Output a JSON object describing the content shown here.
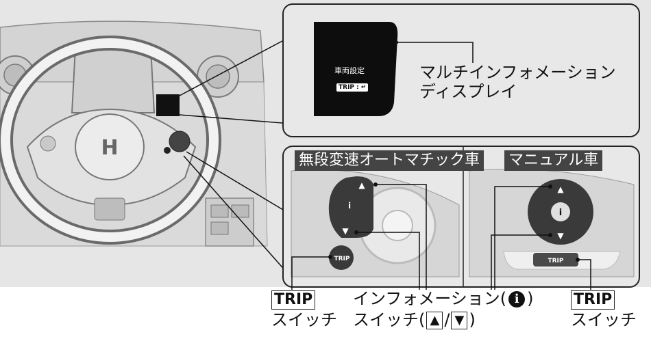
{
  "display": {
    "screen_title": "車両設定",
    "trip_chip": "TRIP : ↵",
    "label_line1": "マルチインフォメーション",
    "label_line2": "ディスプレイ"
  },
  "panels": {
    "cvt_header": "無段変速オートマチック車",
    "manual_header": "マニュアル車",
    "cvt_trip_button": "TRIP",
    "manual_trip_button": "TRIP",
    "arrow_up_glyph": "▲",
    "arrow_down_glyph": "▼",
    "info_glyph": "i"
  },
  "callouts": {
    "trip_left": {
      "boxed": "TRIP",
      "sub": "スイッチ"
    },
    "info_switch": {
      "line1_prefix": "インフォメーション(",
      "line1_icon": "i",
      "line1_suffix": ")",
      "line2_prefix": "スイッチ(",
      "up": "▲",
      "sep": "/",
      "down": "▼",
      "line2_suffix": ")"
    },
    "trip_right": {
      "boxed": "TRIP",
      "sub": "スイッチ"
    }
  },
  "wheel": {
    "logo_glyph": "H"
  },
  "colors": {
    "background": "#e6e6e6",
    "panel_bg": "#e8e8e8",
    "panel_border": "#222222",
    "header_bg": "#444444",
    "display_black": "#0d0d0d",
    "line": "#111111"
  }
}
